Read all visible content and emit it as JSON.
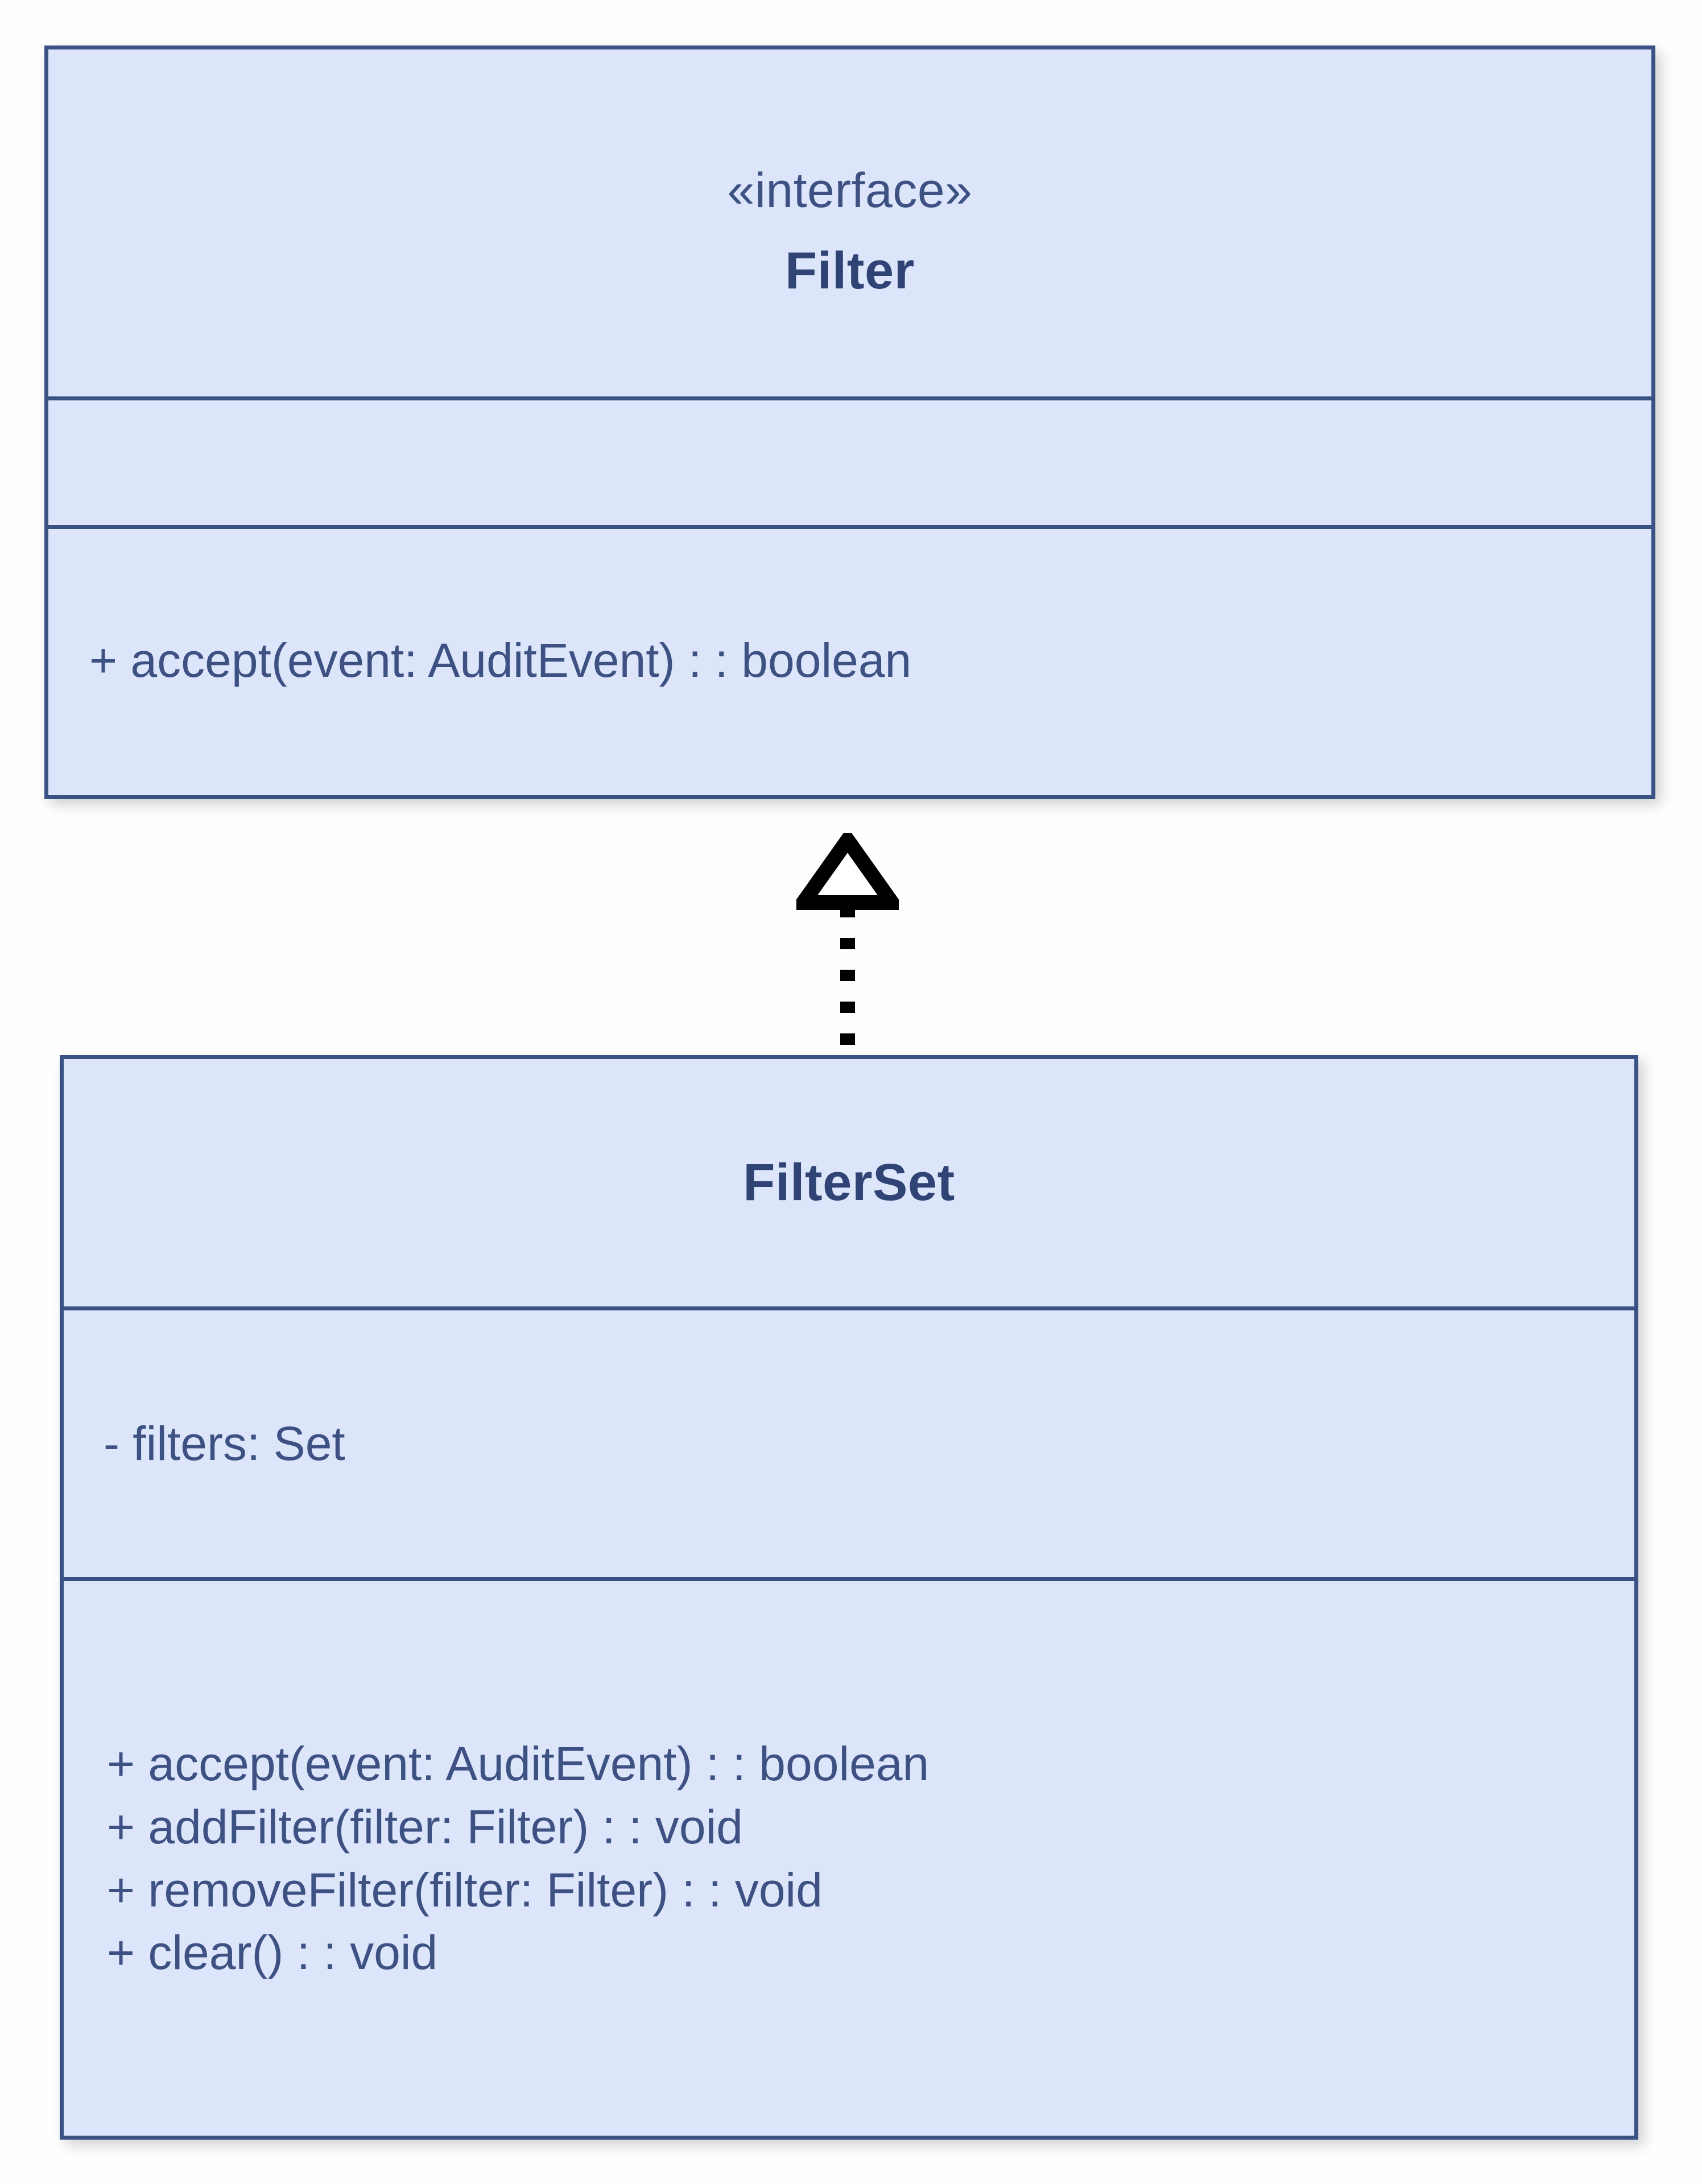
{
  "diagram": {
    "kind": "uml-class-diagram",
    "background_color": "#fefefe",
    "box_fill_color": "#dde5fa",
    "box_border_color": "#3a5184",
    "text_color": "#3d5183",
    "title_color": "#2f4374",
    "connector_color": "#000000"
  },
  "classes": [
    {
      "id": "filter",
      "stereotype": "«interface»",
      "name": "Filter",
      "attributes": [],
      "methods": [
        "+ accept(event: AuditEvent) : : boolean"
      ]
    },
    {
      "id": "filterset",
      "stereotype": "",
      "name": "FilterSet",
      "attributes": [
        "- filters: Set"
      ],
      "methods": [
        "+ accept(event: AuditEvent) : : boolean",
        "+ addFilter(filter: Filter) : : void",
        "+ removeFilter(filter: Filter) : : void",
        "+ clear() : : void"
      ]
    }
  ],
  "relationships": [
    {
      "type": "realization",
      "from": "FilterSet",
      "to": "Filter",
      "line_style": "dotted",
      "arrowhead": "hollow-triangle"
    }
  ]
}
